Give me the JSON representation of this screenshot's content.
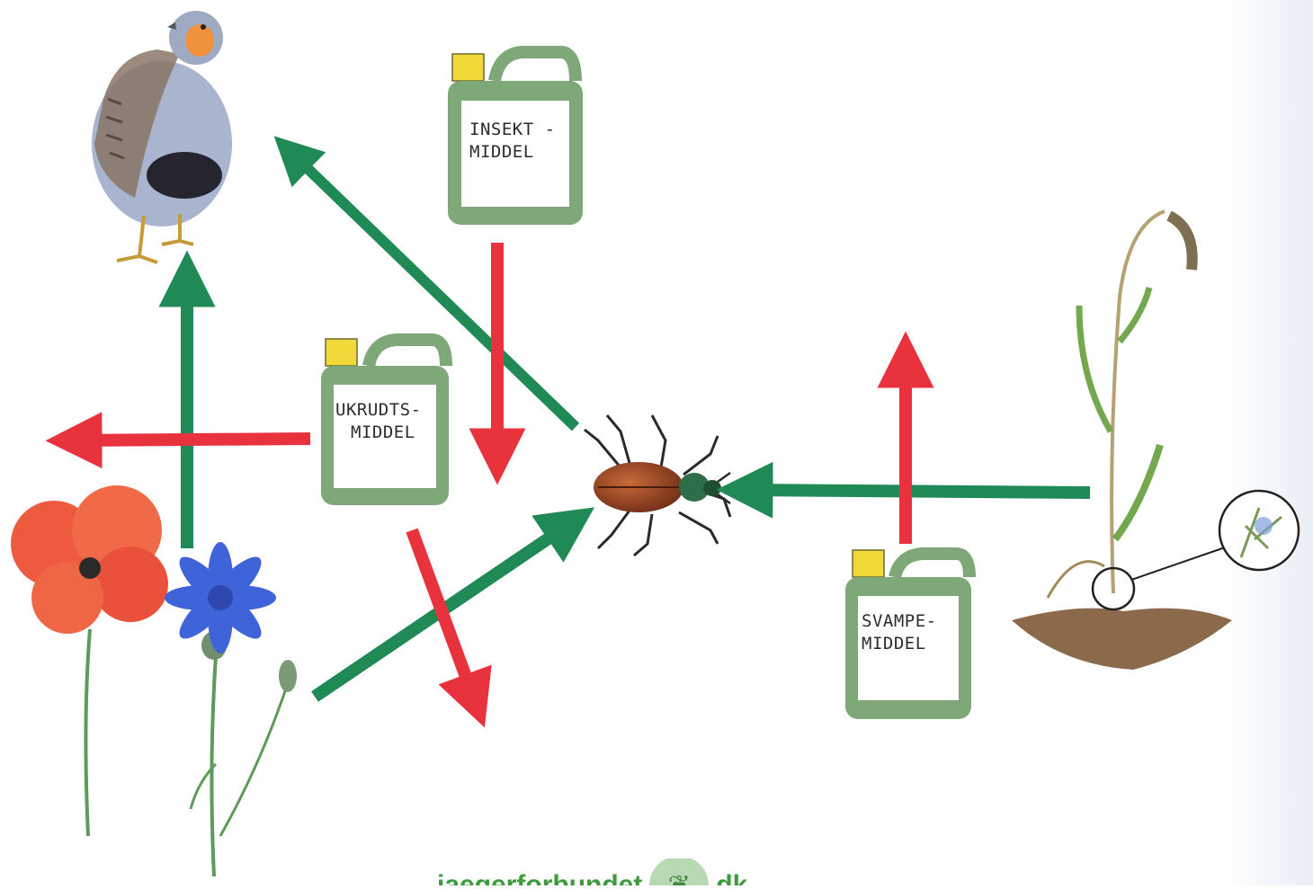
{
  "canisters": {
    "insect": {
      "line1": "INSEKT -",
      "line2": "MIDDEL"
    },
    "weed": {
      "line1": "UKRUDTS-",
      "line2": "MIDDEL"
    },
    "fungus": {
      "line1": "SVAMPE-",
      "line2": "MIDDEL"
    }
  },
  "footer": {
    "left": "jaegerforbundet",
    "right": "dk",
    "logo_icon": "leaf"
  },
  "colors": {
    "green_arrow": "#1f8a55",
    "red_arrow": "#e8333f",
    "canister": "#7fa878",
    "cap": "#f1d93a"
  }
}
